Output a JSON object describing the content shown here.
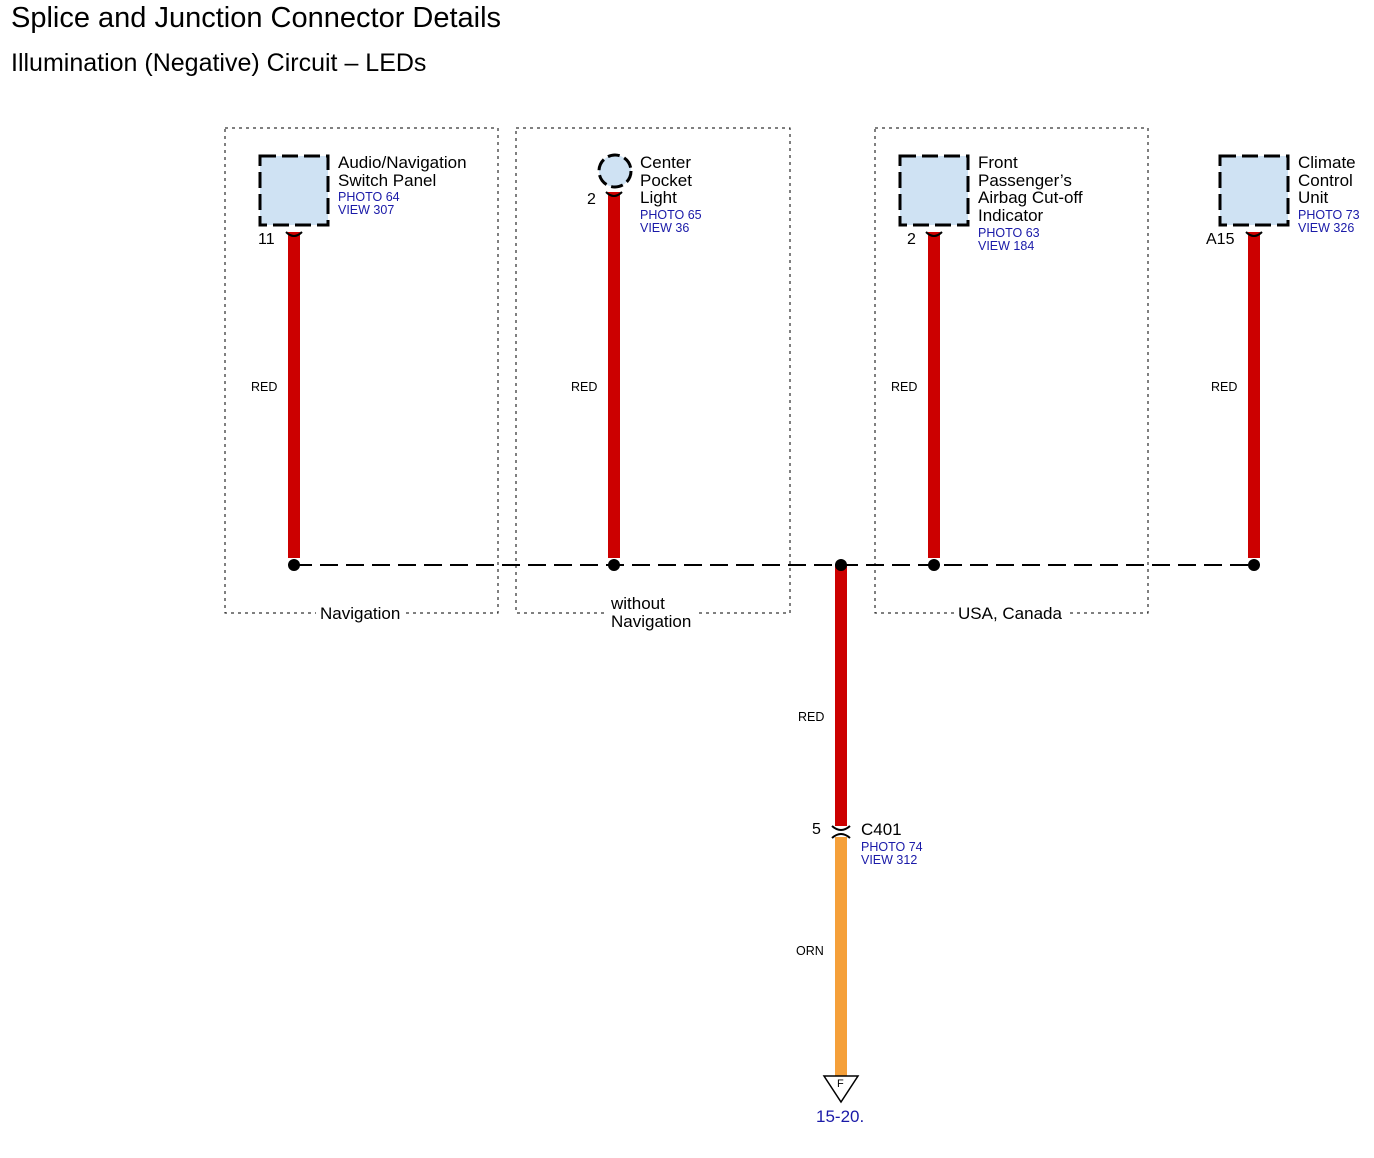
{
  "header": {
    "title": "Splice and Junction Connector Details",
    "subtitle": "Illumination (Negative) Circuit – LEDs"
  },
  "components": {
    "audio_nav": {
      "lines": [
        "Audio/Navigation",
        "Switch Panel"
      ],
      "photo": "PHOTO 64",
      "view": "VIEW 307",
      "pin": "11",
      "wire": "RED"
    },
    "center_pocket": {
      "lines": [
        "Center",
        "Pocket",
        "Light"
      ],
      "photo": "PHOTO 65",
      "view": "VIEW 36",
      "pin": "2",
      "wire": "RED"
    },
    "airbag_indicator": {
      "lines": [
        "Front",
        "Passenger’s",
        "Airbag Cut-off",
        "Indicator"
      ],
      "photo": "PHOTO 63",
      "view": "VIEW 184",
      "pin": "2",
      "wire": "RED"
    },
    "climate": {
      "lines": [
        "Climate",
        "Control",
        "Unit"
      ],
      "photo": "PHOTO 73",
      "view": "VIEW 326",
      "pin": "A15",
      "wire": "RED"
    }
  },
  "options": {
    "navigation": "Navigation",
    "without_nav": [
      "without",
      "Navigation"
    ],
    "usa_canada": "USA, Canada"
  },
  "trunk": {
    "upper_wire": "RED",
    "connector": "C401",
    "connector_pin": "5",
    "photo": "PHOTO 74",
    "view": "VIEW 312",
    "lower_wire": "ORN",
    "ground_letter": "F",
    "page_ref": "15-20."
  },
  "colors": {
    "wire_red": "#cc0000",
    "wire_orange": "#f5a03a",
    "component_fill": "#cfe2f3",
    "reference_blue": "#1a1aa8"
  }
}
